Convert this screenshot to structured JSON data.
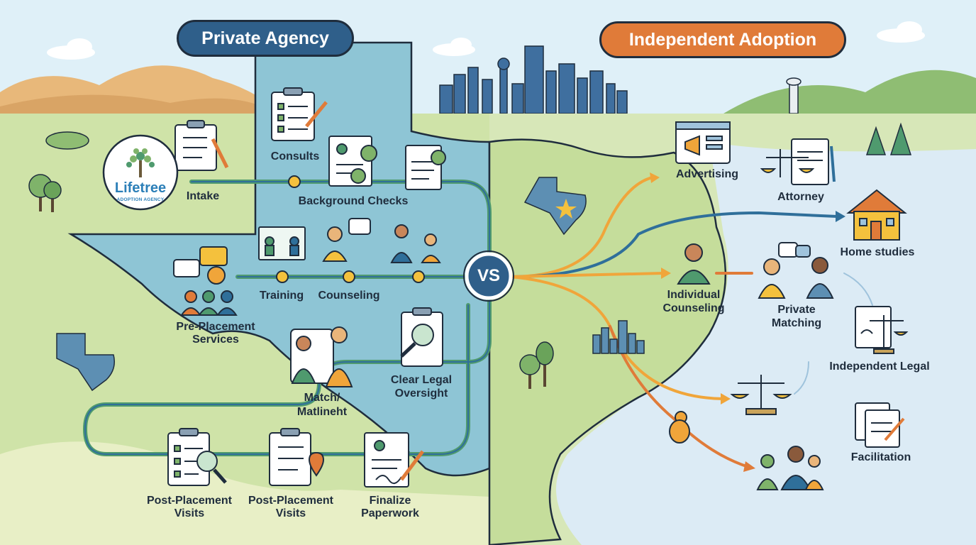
{
  "titles": {
    "left": "Private Agency",
    "right": "Independent Adoption"
  },
  "logo": {
    "name": "Lifetree",
    "sub": "ADOPTION AGENCY"
  },
  "vs": "VS",
  "private_agency_steps": {
    "intake": "Intake",
    "consults": "Consults",
    "background_checks": "Background Checks",
    "training": "Training",
    "counseling": "Counseling",
    "pre_placement_1": "Pre-Placement",
    "pre_placement_2": "Services",
    "match_1": "Match/",
    "match_2": "Matlineht",
    "legal_1": "Clear Legal",
    "legal_2": "Oversight",
    "ppv_a_1": "Post-Placement",
    "ppv_a_2": "Visits",
    "ppv_b_1": "Post-Placement",
    "ppv_b_2": "Visits",
    "finalize_1": "Finalize",
    "finalize_2": "Paperwork"
  },
  "independent_steps": {
    "advertising": "Advertising",
    "attorney": "Attorney",
    "home_studies": "Home studies",
    "counseling_1": "Individual",
    "counseling_2": "Counseling",
    "matching_1": "Private",
    "matching_2": "Matching",
    "legal": "Independent Legal",
    "facilitation": "Facilitation"
  },
  "colors": {
    "left_title": "#2f5f8a",
    "right_title": "#e07b39",
    "path_green": "#4f9a6e",
    "path_blue": "#2f6f9a",
    "path_orange": "#f0a53a",
    "node_yellow": "#f4c13d",
    "map_blue": "#8fc6d6",
    "map_green": "#c9dfa3",
    "water": "#dcebf5",
    "outline": "#1f2d3d"
  }
}
